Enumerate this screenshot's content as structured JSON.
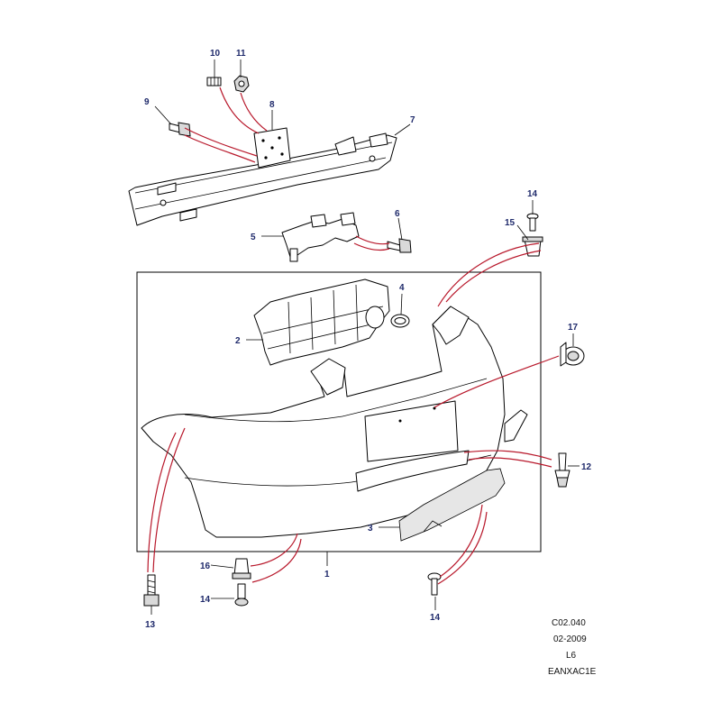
{
  "callouts": [
    {
      "id": "c1",
      "text": "1"
    },
    {
      "id": "c2",
      "text": "2"
    },
    {
      "id": "c3",
      "text": "3"
    },
    {
      "id": "c4",
      "text": "4"
    },
    {
      "id": "c5",
      "text": "5"
    },
    {
      "id": "c6",
      "text": "6"
    },
    {
      "id": "c7",
      "text": "7"
    },
    {
      "id": "c8",
      "text": "8"
    },
    {
      "id": "c9",
      "text": "9"
    },
    {
      "id": "c10",
      "text": "10"
    },
    {
      "id": "c11",
      "text": "11"
    },
    {
      "id": "c12",
      "text": "12"
    },
    {
      "id": "c13",
      "text": "13"
    },
    {
      "id": "c14a",
      "text": "14"
    },
    {
      "id": "c14b",
      "text": "14"
    },
    {
      "id": "c14c",
      "text": "14"
    },
    {
      "id": "c15",
      "text": "15"
    },
    {
      "id": "c16",
      "text": "16"
    },
    {
      "id": "c17",
      "text": "17"
    }
  ],
  "reference": {
    "code": "C02.040",
    "date": "02-2009",
    "model": "L6",
    "drawing_id": "EANXAC1E"
  }
}
